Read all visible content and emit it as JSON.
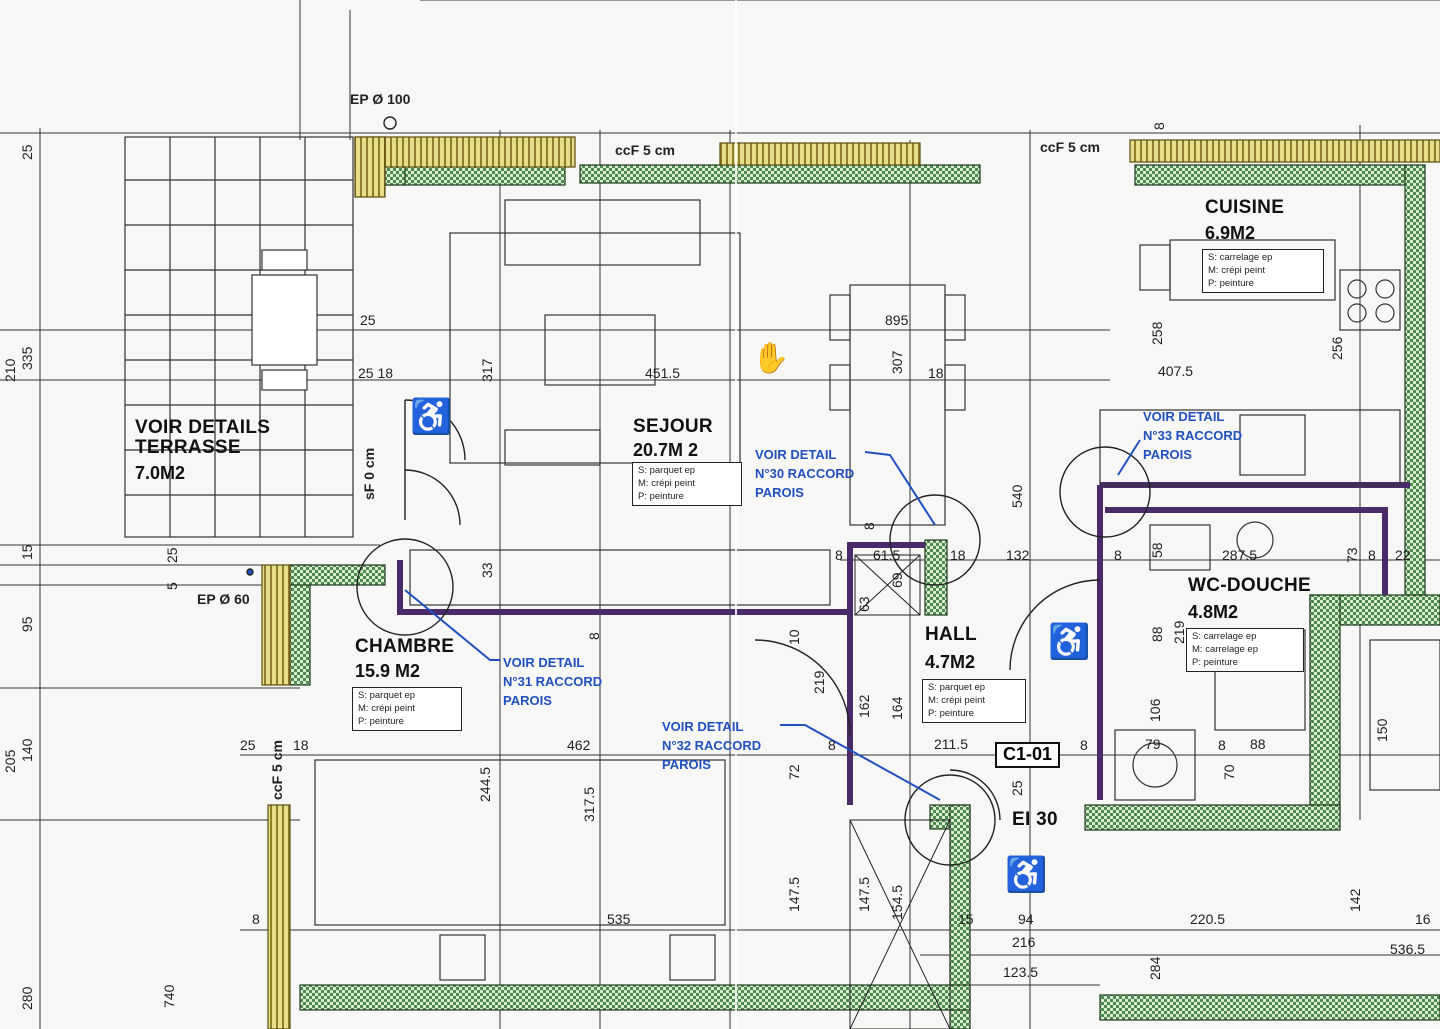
{
  "rooms": {
    "terrasse": {
      "line1": "VOIR DETAILS",
      "line2": "TERRASSE",
      "area": "7.0M2"
    },
    "sejour": {
      "name": "SEJOUR",
      "area": "20.7M 2",
      "finish": [
        "S: parquet ep",
        "M: crépi peint",
        "P: peinture"
      ]
    },
    "cuisine": {
      "name": "CUISINE",
      "area": "6.9M2",
      "finish": [
        "S: carrelage ep",
        "M: crépi peint",
        "P: peinture"
      ]
    },
    "chambre": {
      "name": "CHAMBRE",
      "area": "15.9 M2",
      "finish": [
        "S: parquet ep",
        "M: crépi peint",
        "P: peinture"
      ]
    },
    "hall": {
      "name": "HALL",
      "area": "4.7M2",
      "finish": [
        "S: parquet ep",
        "M: crépi peint",
        "P: peinture"
      ]
    },
    "wc": {
      "name": "WC-DOUCHE",
      "area": "4.8M2",
      "finish": [
        "S: carrelage ep",
        "M: carrelage ep",
        "P: peinture"
      ]
    }
  },
  "details": {
    "d30": [
      "VOIR DETAIL",
      "N°30 RACCORD",
      "PAROIS"
    ],
    "d31": [
      "VOIR DETAIL",
      "N°31 RACCORD",
      "PAROIS"
    ],
    "d32": [
      "VOIR DETAIL",
      "N°32 RACCORD",
      "PAROIS"
    ],
    "d33": [
      "VOIR DETAIL",
      "N°33 RACCORD",
      "PAROIS"
    ]
  },
  "unit_tag": "C1-01",
  "fire": "EI 30",
  "ep_top": "EP Ø 100",
  "ep_left": "EP Ø 60",
  "ccf_top1": "ccF 5 cm",
  "ccf_top2": "ccF 5 cm",
  "ccf_left": "ccF 5 cm",
  "sf": "sF 0 cm",
  "dims_h": {
    "d25a": "25",
    "d2518": "25 18",
    "d4515": "451.5",
    "d895": "895",
    "d4075": "407.5",
    "d18a": "18",
    "d8a": "8",
    "d615": "61.5",
    "d18b": "18",
    "d132": "132",
    "d8b": "8",
    "d2875": "287.5",
    "d8c": "8",
    "d22": "22",
    "d25b": "25",
    "d18c": "18",
    "d462": "462",
    "d2115": "211.5",
    "d8d": "8",
    "d79": "79",
    "d8e": "8",
    "d88": "88",
    "d535": "535",
    "d15": "15",
    "d94": "94",
    "d2205": "220.5",
    "d16": "16",
    "d216": "216",
    "d5365": "536.5",
    "d1235": "123.5",
    "d8f": "8",
    "d8g": "8"
  },
  "dims_v": {
    "v25a": "25",
    "v210": "210",
    "v335": "335",
    "v15": "15",
    "v25b": "25",
    "v5": "5",
    "v95": "95",
    "v205": "205",
    "v140": "140",
    "v280": "280",
    "v740": "740",
    "v317": "317",
    "v33": "33",
    "v307": "307",
    "v540": "540",
    "v258": "258",
    "v256": "256",
    "v58": "58",
    "v73": "73",
    "v219a": "219",
    "v106": "106",
    "v70": "70",
    "v150": "150",
    "v88a": "88",
    "v219b": "219",
    "v162": "162",
    "v164": "164",
    "v72": "72",
    "v10": "10",
    "v8a": "8",
    "v63": "63",
    "v69": "69",
    "v25c": "25",
    "v2445": "244.5",
    "v3175": "317.5",
    "v1475a": "147.5",
    "v1475b": "147.5",
    "v1545": "154.5",
    "v142": "142",
    "v284": "284",
    "v8b": "8",
    "v8c": "8"
  }
}
